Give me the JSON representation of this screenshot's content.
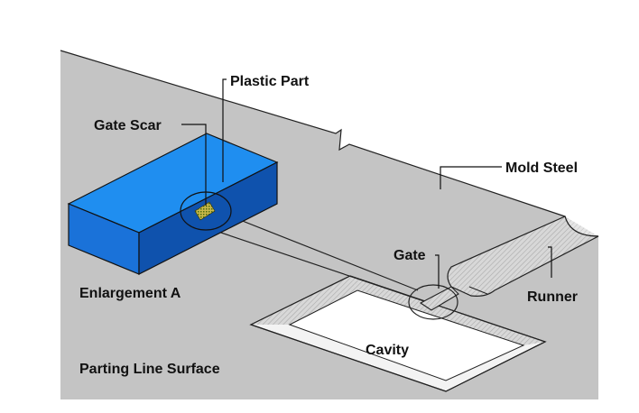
{
  "labels": {
    "plastic_part": "Plastic Part",
    "gate_scar": "Gate Scar",
    "mold_steel": "Mold Steel",
    "gate": "Gate",
    "runner": "Runner",
    "enlargement": "Enlargement A",
    "cavity": "Cavity",
    "parting_line_surface": "Parting Line Surface"
  },
  "colors": {
    "mold_steel": "#c4c4c4",
    "part_top": "#1f8ef0",
    "part_front": "#1a72d9",
    "part_side": "#0f52ad",
    "gate_scar": "#c8b84a",
    "outline": "#111111"
  }
}
